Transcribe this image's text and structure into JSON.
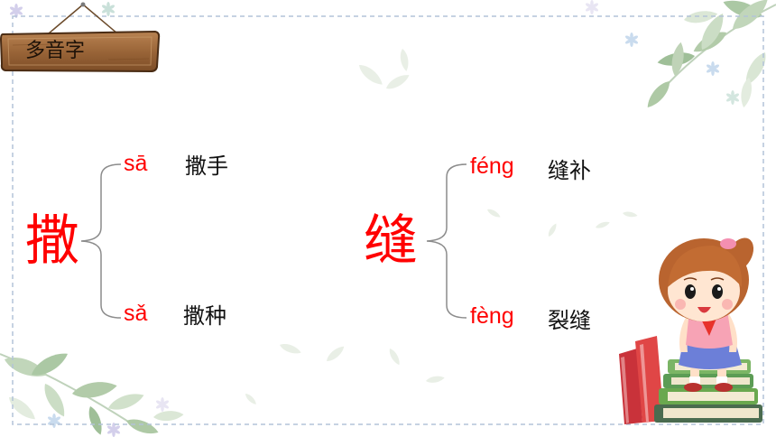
{
  "slide": {
    "title": "多音字"
  },
  "groups": [
    {
      "char": "撒",
      "readings": [
        {
          "pinyin": "sā",
          "word": "撒手"
        },
        {
          "pinyin": "sǎ",
          "word": "撒种"
        }
      ]
    },
    {
      "char": "缝",
      "readings": [
        {
          "pinyin": "féng",
          "word": "缝补"
        },
        {
          "pinyin": "fèng",
          "word": "裂缝"
        }
      ]
    }
  ],
  "colors": {
    "accent": "#ff0000",
    "text": "#111111",
    "wood": "#9a6538",
    "frame": "#b3c3d8"
  }
}
